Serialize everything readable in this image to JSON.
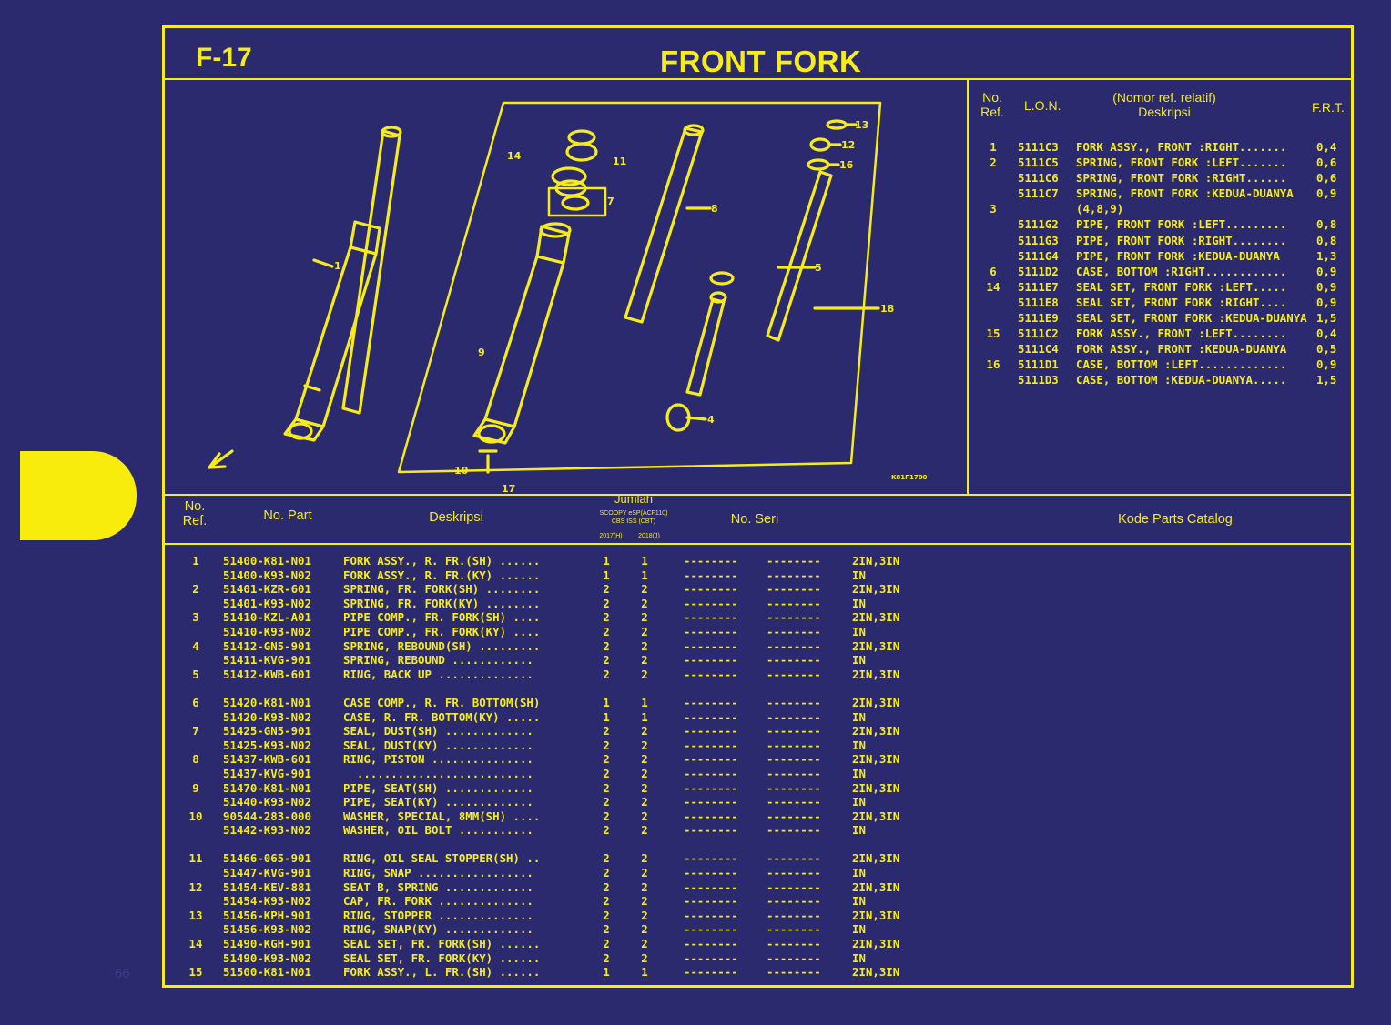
{
  "page": {
    "code": "F-17",
    "title": "FRONT FORK",
    "number": "66"
  },
  "ref_table": {
    "headers": {
      "no_ref_1": "No.",
      "no_ref_2": "Ref.",
      "lon": "L.O.N.",
      "desc_1": "(Nomor ref. relatif)",
      "desc_2": "Deskripsi",
      "frt": "F.R.T."
    },
    "rows": [
      {
        "no": "1",
        "lon": "5111C3",
        "desc": "FORK ASSY., FRONT :RIGHT.......",
        "frt": "0,4"
      },
      {
        "no": "2",
        "lon": "5111C5",
        "desc": "SPRING, FRONT FORK :LEFT.......",
        "frt": "0,6"
      },
      {
        "no": "",
        "lon": "5111C6",
        "desc": "SPRING, FRONT FORK :RIGHT......",
        "frt": "0,6"
      },
      {
        "no": "",
        "lon": "5111C7",
        "desc": "SPRING, FRONT FORK :KEDUA-DUANYA",
        "frt": "0,9"
      },
      {
        "no": "3",
        "lon": "",
        "desc": "(4,8,9)",
        "frt": ""
      },
      {
        "no": "",
        "lon": "5111G2",
        "desc": "PIPE, FRONT FORK :LEFT.........",
        "frt": "0,8"
      },
      {
        "no": "",
        "lon": "5111G3",
        "desc": "PIPE, FRONT FORK :RIGHT........",
        "frt": "0,8"
      },
      {
        "no": "",
        "lon": "5111G4",
        "desc": "PIPE, FRONT FORK :KEDUA-DUANYA ",
        "frt": "1,3"
      },
      {
        "no": "6",
        "lon": "5111D2",
        "desc": "CASE, BOTTOM :RIGHT............",
        "frt": "0,9"
      },
      {
        "no": "14",
        "lon": "5111E7",
        "desc": "SEAL SET, FRONT FORK :LEFT.....",
        "frt": "0,9"
      },
      {
        "no": "",
        "lon": "5111E8",
        "desc": "SEAL SET, FRONT FORK :RIGHT....",
        "frt": "0,9"
      },
      {
        "no": "",
        "lon": "5111E9",
        "desc": "SEAL SET, FRONT FORK :KEDUA-DUANYA",
        "frt": "1,5"
      },
      {
        "no": "15",
        "lon": "5111C2",
        "desc": "FORK ASSY., FRONT :LEFT........",
        "frt": "0,4"
      },
      {
        "no": "",
        "lon": "5111C4",
        "desc": "FORK ASSY., FRONT :KEDUA-DUANYA",
        "frt": "0,5"
      },
      {
        "no": "16",
        "lon": "5111D1",
        "desc": "CASE, BOTTOM :LEFT.............",
        "frt": "0,9"
      },
      {
        "no": "",
        "lon": "5111D3",
        "desc": "CASE, BOTTOM :KEDUA-DUANYA.....",
        "frt": "1,5"
      }
    ]
  },
  "diagram": {
    "labels": [
      "13",
      "12",
      "16",
      "14",
      "11",
      "7",
      "8",
      "5",
      "9",
      "18",
      "10",
      "1",
      "4",
      "17"
    ],
    "stamp": "K81F1700"
  },
  "parts_table": {
    "headers": {
      "no_ref_1": "No.",
      "no_ref_2": "Ref.",
      "part": "No. Part",
      "desc": "Deskripsi",
      "jumlah": "Jumlah",
      "model_1": "SCOOPY eSP(ACF110)",
      "model_2": "CBS ISS (CBT)",
      "year_1": "2017(H)",
      "year_2": "2018(J)",
      "seri": "No. Seri",
      "kode": "Kode Parts Catalog"
    },
    "groups": [
      [
        {
          "no": "1",
          "part": "51400-K81-N01",
          "desc": "FORK ASSY., R. FR.(SH) ......",
          "q1": "1",
          "q2": "1",
          "s1": "--------",
          "s2": "--------",
          "kode": "2IN,3IN"
        },
        {
          "no": "",
          "part": "51400-K93-N02",
          "desc": "FORK ASSY., R. FR.(KY) ......",
          "q1": "1",
          "q2": "1",
          "s1": "--------",
          "s2": "--------",
          "kode": "IN"
        },
        {
          "no": "2",
          "part": "51401-KZR-601",
          "desc": "SPRING, FR. FORK(SH) ........",
          "q1": "2",
          "q2": "2",
          "s1": "--------",
          "s2": "--------",
          "kode": "2IN,3IN"
        },
        {
          "no": "",
          "part": "51401-K93-N02",
          "desc": "SPRING, FR. FORK(KY) ........",
          "q1": "2",
          "q2": "2",
          "s1": "--------",
          "s2": "--------",
          "kode": "IN"
        },
        {
          "no": "3",
          "part": "51410-KZL-A01",
          "desc": "PIPE COMP., FR. FORK(SH) ....",
          "q1": "2",
          "q2": "2",
          "s1": "--------",
          "s2": "--------",
          "kode": "2IN,3IN"
        },
        {
          "no": "",
          "part": "51410-K93-N02",
          "desc": "PIPE COMP., FR. FORK(KY) ....",
          "q1": "2",
          "q2": "2",
          "s1": "--------",
          "s2": "--------",
          "kode": "IN"
        },
        {
          "no": "4",
          "part": "51412-GN5-901",
          "desc": "SPRING, REBOUND(SH) .........",
          "q1": "2",
          "q2": "2",
          "s1": "--------",
          "s2": "--------",
          "kode": "2IN,3IN"
        },
        {
          "no": "",
          "part": "51411-KVG-901",
          "desc": "SPRING, REBOUND ............",
          "q1": "2",
          "q2": "2",
          "s1": "--------",
          "s2": "--------",
          "kode": "IN"
        },
        {
          "no": "5",
          "part": "51412-KWB-601",
          "desc": "RING, BACK UP ..............",
          "q1": "2",
          "q2": "2",
          "s1": "--------",
          "s2": "--------",
          "kode": "2IN,3IN"
        }
      ],
      [
        {
          "no": "6",
          "part": "51420-K81-N01",
          "desc": "CASE COMP., R. FR. BOTTOM(SH)",
          "q1": "1",
          "q2": "1",
          "s1": "--------",
          "s2": "--------",
          "kode": "2IN,3IN"
        },
        {
          "no": "",
          "part": "51420-K93-N02",
          "desc": "CASE, R. FR. BOTTOM(KY) .....",
          "q1": "1",
          "q2": "1",
          "s1": "--------",
          "s2": "--------",
          "kode": "IN"
        },
        {
          "no": "7",
          "part": "51425-GN5-901",
          "desc": "SEAL, DUST(SH) .............",
          "q1": "2",
          "q2": "2",
          "s1": "--------",
          "s2": "--------",
          "kode": "2IN,3IN"
        },
        {
          "no": "",
          "part": "51425-K93-N02",
          "desc": "SEAL, DUST(KY) .............",
          "q1": "2",
          "q2": "2",
          "s1": "--------",
          "s2": "--------",
          "kode": "IN"
        },
        {
          "no": "8",
          "part": "51437-KWB-601",
          "desc": "RING, PISTON ...............",
          "q1": "2",
          "q2": "2",
          "s1": "--------",
          "s2": "--------",
          "kode": "2IN,3IN"
        },
        {
          "no": "",
          "part": "51437-KVG-901",
          "desc": "  ..........................",
          "q1": "2",
          "q2": "2",
          "s1": "--------",
          "s2": "--------",
          "kode": "IN"
        },
        {
          "no": "9",
          "part": "51470-K81-N01",
          "desc": "PIPE, SEAT(SH) .............",
          "q1": "2",
          "q2": "2",
          "s1": "--------",
          "s2": "--------",
          "kode": "2IN,3IN"
        },
        {
          "no": "",
          "part": "51440-K93-N02",
          "desc": "PIPE, SEAT(KY) .............",
          "q1": "2",
          "q2": "2",
          "s1": "--------",
          "s2": "--------",
          "kode": "IN"
        },
        {
          "no": "10",
          "part": "90544-283-000",
          "desc": "WASHER, SPECIAL, 8MM(SH) ....",
          "q1": "2",
          "q2": "2",
          "s1": "--------",
          "s2": "--------",
          "kode": "2IN,3IN"
        },
        {
          "no": "",
          "part": "51442-K93-N02",
          "desc": "WASHER, OIL BOLT ...........",
          "q1": "2",
          "q2": "2",
          "s1": "--------",
          "s2": "--------",
          "kode": "IN"
        }
      ],
      [
        {
          "no": "11",
          "part": "51466-065-901",
          "desc": "RING, OIL SEAL STOPPER(SH) ..",
          "q1": "2",
          "q2": "2",
          "s1": "--------",
          "s2": "--------",
          "kode": "2IN,3IN"
        },
        {
          "no": "",
          "part": "51447-KVG-901",
          "desc": "RING, SNAP .................",
          "q1": "2",
          "q2": "2",
          "s1": "--------",
          "s2": "--------",
          "kode": "IN"
        },
        {
          "no": "12",
          "part": "51454-KEV-881",
          "desc": "SEAT B, SPRING .............",
          "q1": "2",
          "q2": "2",
          "s1": "--------",
          "s2": "--------",
          "kode": "2IN,3IN"
        },
        {
          "no": "",
          "part": "51454-K93-N02",
          "desc": "CAP, FR. FORK ..............",
          "q1": "2",
          "q2": "2",
          "s1": "--------",
          "s2": "--------",
          "kode": "IN"
        },
        {
          "no": "13",
          "part": "51456-KPH-901",
          "desc": "RING, STOPPER ..............",
          "q1": "2",
          "q2": "2",
          "s1": "--------",
          "s2": "--------",
          "kode": "2IN,3IN"
        },
        {
          "no": "",
          "part": "51456-K93-N02",
          "desc": "RING, SNAP(KY) .............",
          "q1": "2",
          "q2": "2",
          "s1": "--------",
          "s2": "--------",
          "kode": "IN"
        },
        {
          "no": "14",
          "part": "51490-KGH-901",
          "desc": "SEAL SET, FR. FORK(SH) ......",
          "q1": "2",
          "q2": "2",
          "s1": "--------",
          "s2": "--------",
          "kode": "2IN,3IN"
        },
        {
          "no": "",
          "part": "51490-K93-N02",
          "desc": "SEAL SET, FR. FORK(KY) ......",
          "q1": "2",
          "q2": "2",
          "s1": "--------",
          "s2": "--------",
          "kode": "IN"
        },
        {
          "no": "15",
          "part": "51500-K81-N01",
          "desc": "FORK ASSY., L. FR.(SH) ......",
          "q1": "1",
          "q2": "1",
          "s1": "--------",
          "s2": "--------",
          "kode": "2IN,3IN"
        }
      ]
    ]
  },
  "colors": {
    "background": "#2b2a6e",
    "ink": "#f5ec1a",
    "tab": "#f8ec0c"
  }
}
